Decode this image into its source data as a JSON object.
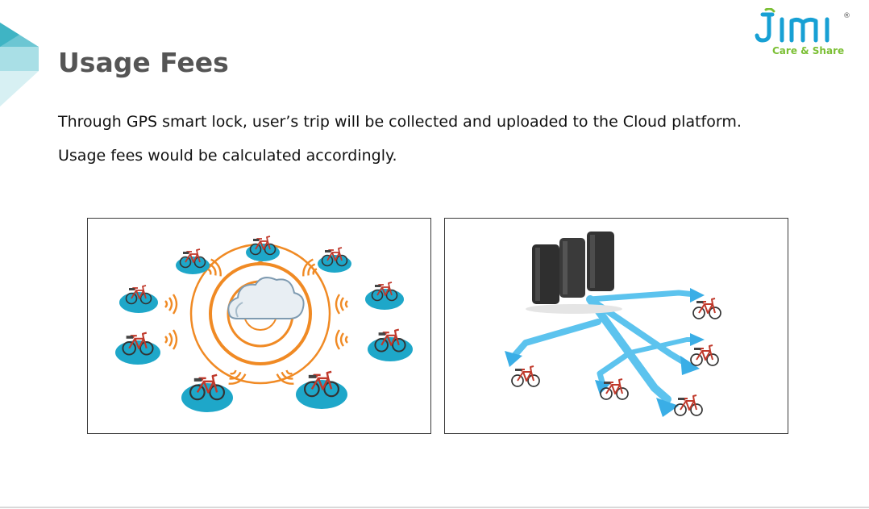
{
  "brand": {
    "logo_text": "JIMI",
    "tagline": "Care & Share",
    "registered_mark": "®",
    "accent_blue": "#17a0d4",
    "accent_green": "#7bbf34"
  },
  "slide": {
    "title": "Usage Fees",
    "lines": [
      "Through GPS smart lock, user’s trip will be collected and uploaded to the Cloud platform.",
      "Usage fees would be calculated accordingly."
    ]
  },
  "illustrations": {
    "left": {
      "icons": [
        "cloud-icon",
        "wifi-signal-icon",
        "bicycle-icon"
      ],
      "colors": {
        "signal": "#f08a24",
        "pad": "#1ea7c9"
      }
    },
    "right": {
      "icons": [
        "server-icon",
        "arrow-icon",
        "bicycle-icon"
      ],
      "colors": {
        "arrow": "#5cc3ee",
        "server": "#3a3a3a"
      }
    }
  }
}
